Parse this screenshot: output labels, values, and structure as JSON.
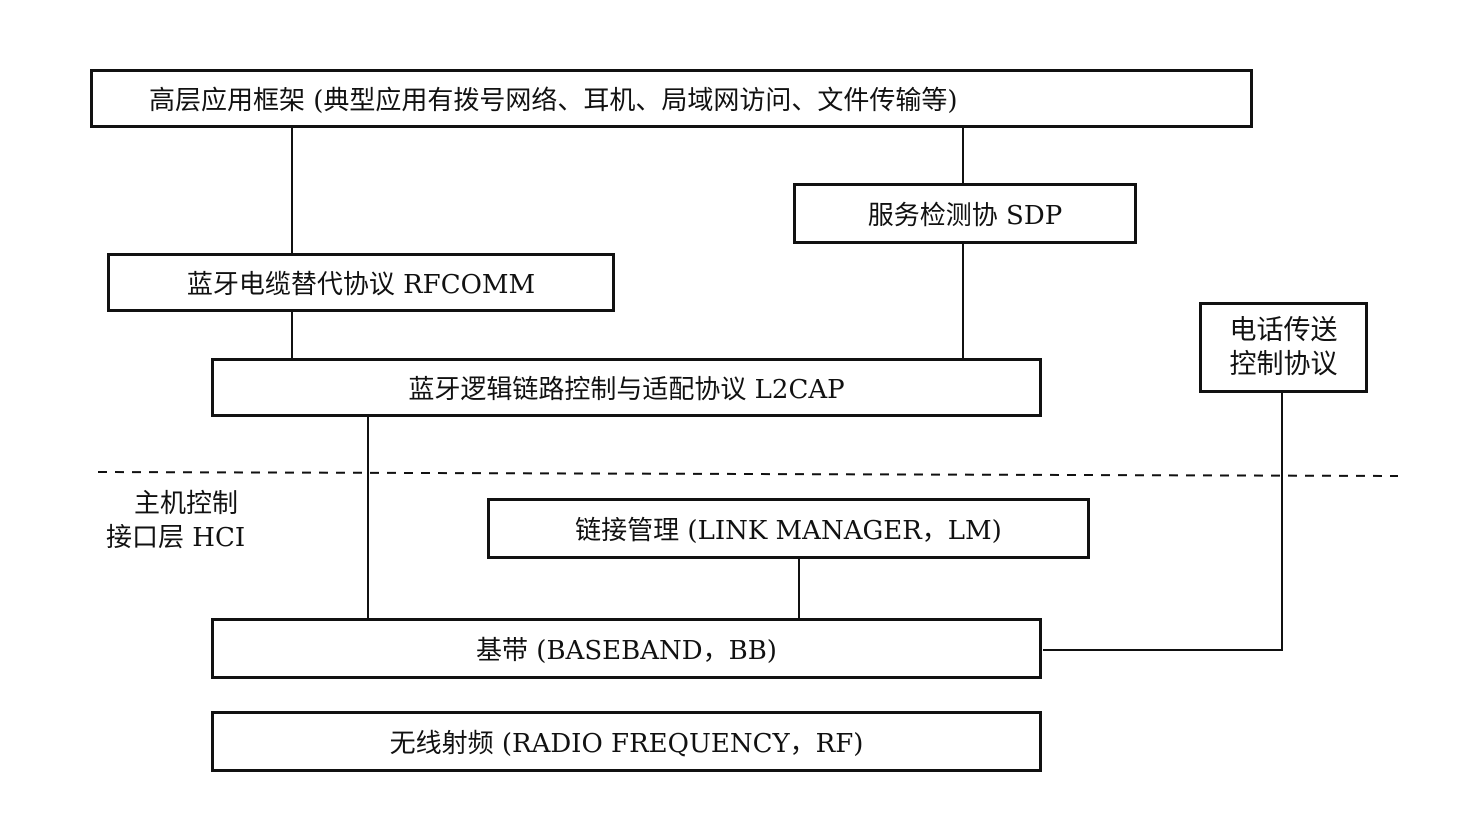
{
  "boxes": {
    "app_framework": "高层应用框架 (典型应用有拨号网络、耳机、局域网访问、文件传输等)",
    "sdp": "服务检测协 SDP",
    "rfcomm": "蓝牙电缆替代协议 RFCOMM",
    "telephony_line1": "电话传送",
    "telephony_line2": "控制协议",
    "l2cap": "蓝牙逻辑链路控制与适配协议 L2CAP",
    "link_manager": "链接管理 (LINK MANAGER，LM)",
    "baseband": "基带 (BASEBAND，BB)",
    "radio": "无线射频 (RADIO FREQUENCY，RF)"
  },
  "hci_label": {
    "line1": "主机控制",
    "line2": "接口层  HCI"
  }
}
